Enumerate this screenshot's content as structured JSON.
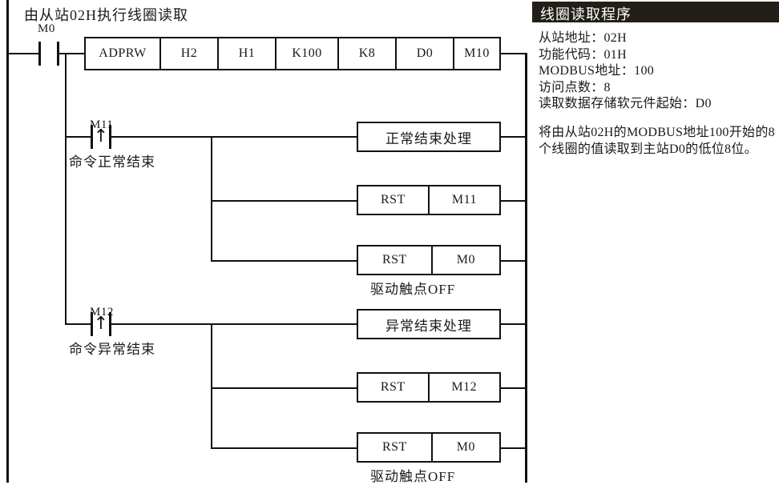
{
  "diagram": {
    "type": "plc-ladder-logic",
    "title_comment": "由从站02H执行线圈读取",
    "rungs": [
      {
        "id": "rung-main",
        "contact": {
          "device": "M0",
          "type": "normally-open"
        },
        "instruction": {
          "name": "ADPRW",
          "operands": [
            "H2",
            "H1",
            "K100",
            "K8",
            "D0",
            "M10"
          ]
        }
      },
      {
        "id": "rung-normal",
        "contact": {
          "device": "M11",
          "type": "rising-edge"
        },
        "contact_comment": "命令正常结束",
        "outputs": [
          {
            "cells": [
              "正常结束处理"
            ],
            "comment": ""
          },
          {
            "cells": [
              "RST",
              "M11"
            ],
            "comment": ""
          },
          {
            "cells": [
              "RST",
              "M0"
            ],
            "comment": "驱动触点OFF"
          }
        ]
      },
      {
        "id": "rung-error",
        "contact": {
          "device": "M12",
          "type": "rising-edge"
        },
        "contact_comment": "命令异常结束",
        "outputs": [
          {
            "cells": [
              "异常结束处理"
            ],
            "comment": ""
          },
          {
            "cells": [
              "RST",
              "M12"
            ],
            "comment": ""
          },
          {
            "cells": [
              "RST",
              "M0"
            ],
            "comment": "驱动触点OFF"
          }
        ]
      }
    ],
    "edge_arrow_glyph": "↑"
  },
  "panel": {
    "header": "线圈读取程序",
    "specs": [
      "从站地址：02H",
      "功能代码：01H",
      "MODBUS地址：100",
      "访问点数：8",
      "读取数据存储软元件起始：D0"
    ],
    "description": "将由从站02H的MODBUS地址100开始的8个线圈的值读取到主站D0的低位8位。"
  },
  "colors": {
    "line": "#111111",
    "header_bg": "#231f18",
    "header_text": "#ffffff",
    "background": "#ffffff"
  }
}
